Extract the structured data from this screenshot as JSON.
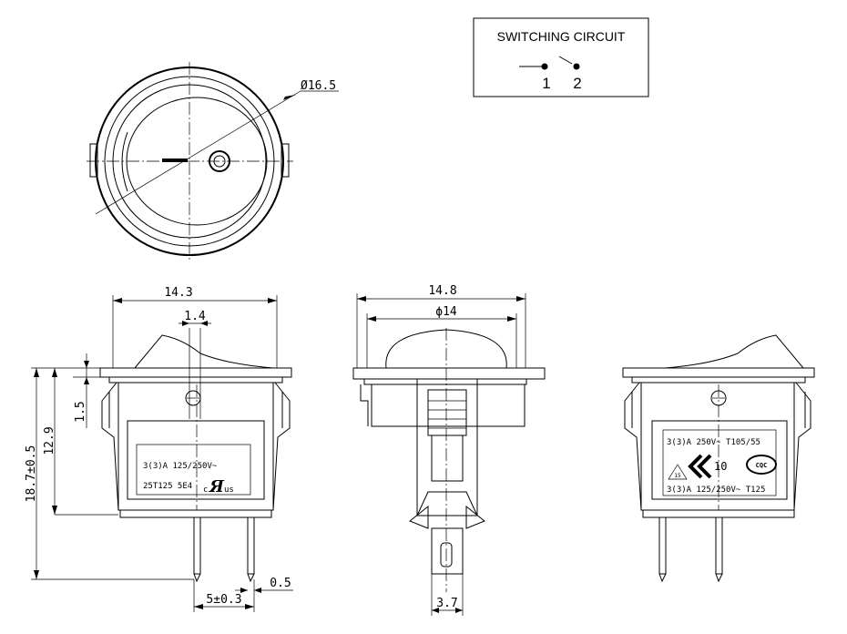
{
  "switching_circuit": {
    "title": "SWITCHING CIRCUIT",
    "terminal_1": "1",
    "terminal_2": "2"
  },
  "top_view": {
    "diameter_label": "Ø16.5"
  },
  "front_view": {
    "width_label": "14.3",
    "terminal_width_label": "1.4",
    "height_label": "18.7±0.5",
    "body_height_label": "12.9",
    "flange_label": "1.5",
    "pitch_label": "5±0.3",
    "terminal_thickness_label": "0.5",
    "rating_line_1": "3(3)A 125/250V~",
    "rating_line_2": "25T125 5E4",
    "mark_c": "c",
    "mark_ru": "Я",
    "mark_us": "us"
  },
  "side_view": {
    "width_label": "14.8",
    "cap_diameter_label": "ϕ14",
    "terminal_width_label": "3.7"
  },
  "back_view": {
    "rating_line_1": "3(3)A 250V~ T105/55",
    "rating_line_2": "10",
    "rating_line_3": "3(3)A 125/250V~ T125",
    "mark_cqc": "CQC",
    "mark_tri": "15"
  }
}
